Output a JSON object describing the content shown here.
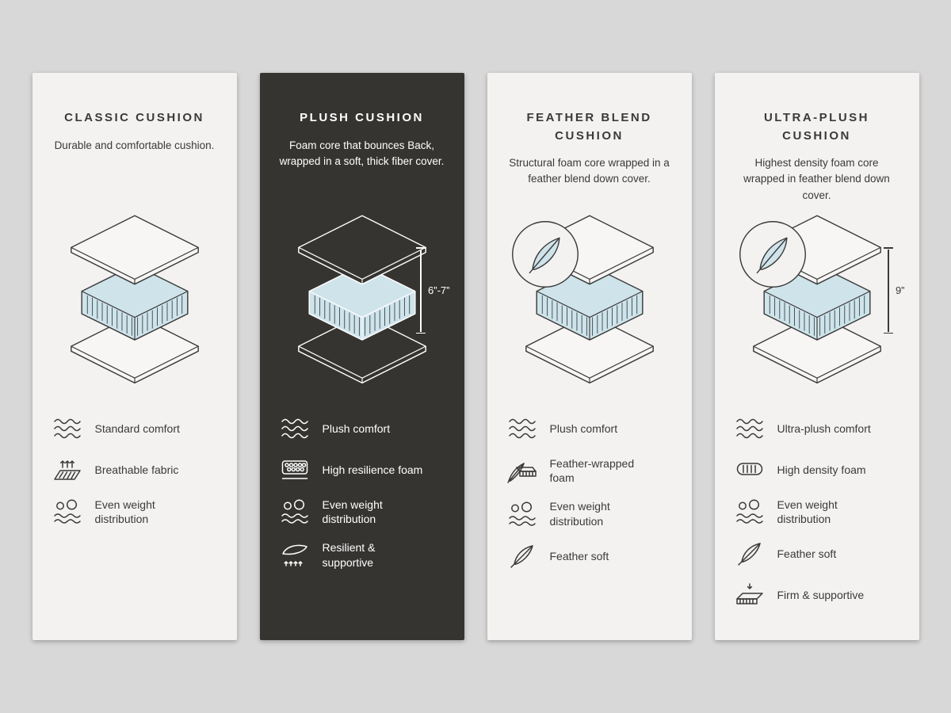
{
  "colors": {
    "page_background": "#d8d8d8",
    "card_light": "#f3f2f0",
    "card_dark": "#353431",
    "foam_blue": "#cfe3ea",
    "line_dark": "#3a3a3a",
    "line_light": "#ffffff"
  },
  "cards": [
    {
      "id": "classic",
      "theme": "light",
      "title": "CLASSIC CUSHION",
      "description": "Durable and comfortable cushion.",
      "height_label": "",
      "has_feather_badge": false,
      "features": [
        {
          "icon": "waves-icon",
          "label": "Standard comfort"
        },
        {
          "icon": "breathable-fabric-icon",
          "label": "Breathable fabric"
        },
        {
          "icon": "even-weight-icon",
          "label": "Even weight distribution"
        }
      ]
    },
    {
      "id": "plush",
      "theme": "dark",
      "title": "PLUSH CUSHION",
      "description": "Foam core that bounces Back, wrapped in a soft, thick fiber cover.",
      "height_label": "6”-7”",
      "has_feather_badge": false,
      "features": [
        {
          "icon": "waves-icon",
          "label": "Plush comfort"
        },
        {
          "icon": "resilience-foam-icon",
          "label": "High resilience foam"
        },
        {
          "icon": "even-weight-icon",
          "label": "Even weight distribution"
        },
        {
          "icon": "resilient-supportive-icon",
          "label": "Resilient & supportive"
        }
      ]
    },
    {
      "id": "feather-blend",
      "theme": "light",
      "title": "FEATHER BLEND CUSHION",
      "description": "Structural foam core wrapped in a feather blend down cover.",
      "height_label": "",
      "has_feather_badge": true,
      "features": [
        {
          "icon": "waves-icon",
          "label": "Plush comfort"
        },
        {
          "icon": "feather-wrapped-foam-icon",
          "label": "Feather-wrapped foam"
        },
        {
          "icon": "even-weight-icon",
          "label": "Even weight distribution"
        },
        {
          "icon": "feather-icon",
          "label": "Feather soft"
        }
      ]
    },
    {
      "id": "ultra-plush",
      "theme": "light",
      "title": "ULTRA-PLUSH CUSHION",
      "description": "Highest density foam core wrapped in feather blend down cover.",
      "height_label": "9”",
      "has_feather_badge": true,
      "features": [
        {
          "icon": "waves-icon",
          "label": "Ultra-plush comfort"
        },
        {
          "icon": "high-density-foam-icon",
          "label": "High density foam"
        },
        {
          "icon": "even-weight-icon",
          "label": "Even weight distribution"
        },
        {
          "icon": "feather-icon",
          "label": "Feather soft"
        },
        {
          "icon": "firm-supportive-icon",
          "label": "Firm & supportive"
        }
      ]
    }
  ]
}
